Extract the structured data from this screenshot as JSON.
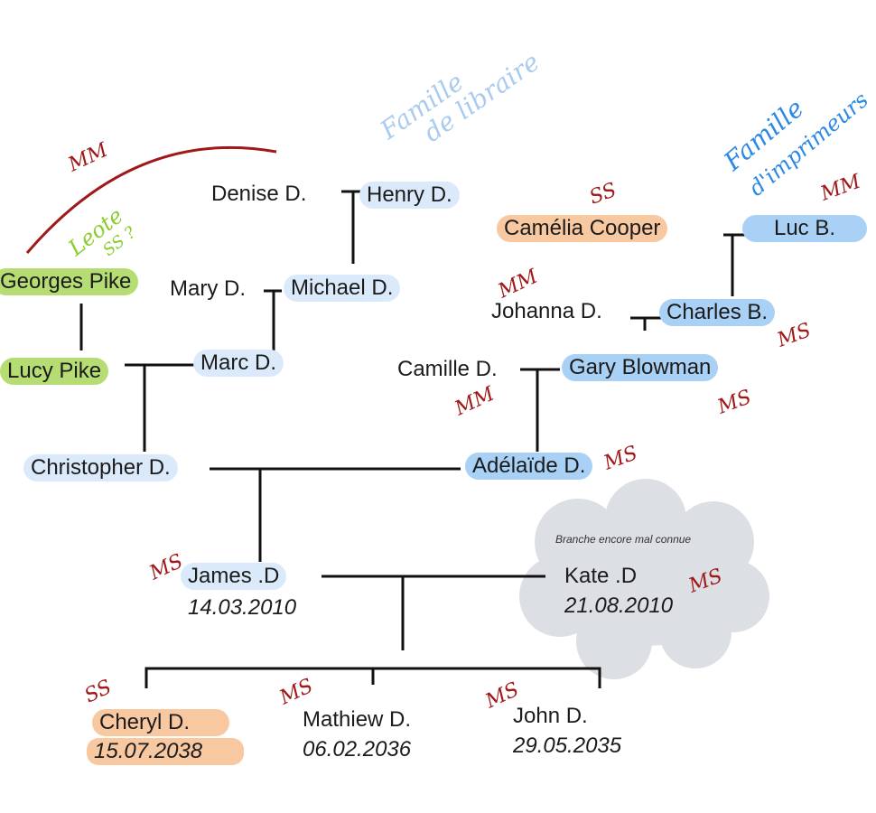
{
  "people": {
    "denise": "Denise D.",
    "henry": "Henry D.",
    "mary": "Mary D.",
    "michael": "Michael D.",
    "georges": "Georges Pike",
    "lucy": "Lucy Pike",
    "marc": "Marc D.",
    "christopher": "Christopher D.",
    "camelia": "Camélia Cooper",
    "luc": "Luc B.",
    "johanna": "Johanna D.",
    "charles": "Charles B.",
    "camille": "Camille D.",
    "gary": "Gary Blowman",
    "adelaide": "Adélaïde D.",
    "james": "James .D",
    "james_date": "14.03.2010",
    "kate": "Kate .D",
    "kate_date": "21.08.2010",
    "cheryl": "Cheryl D.",
    "cheryl_date": "15.07.2038",
    "mathiew": "Mathiew D.",
    "mathiew_date": "06.02.2036",
    "john": "John D.",
    "john_date": "29.05.2035"
  },
  "cloud_note": "Branche encore mal connue",
  "handwritten_notes": {
    "famille_libraire": [
      "Famille",
      "de libraire"
    ],
    "famille_imprimeurs": [
      "Famille",
      "d'imprimeurs"
    ],
    "leote": [
      "Leote",
      "SS ?"
    ]
  },
  "marks": {
    "mm_top": "MM",
    "ss_camelia": "SS",
    "mm_luc": "MM",
    "mm_johanna": "MM",
    "ms_charles": "MS",
    "mm_camille": "MM",
    "ms_gary": "MS",
    "ms_adelaide": "MS",
    "ms_james": "MS",
    "ms_kate": "MS",
    "ss_cheryl": "SS",
    "ms_mathiew": "MS",
    "ms_john": "MS"
  },
  "colors": {
    "light_blue": "#dbeafb",
    "blue": "#a9d1f5",
    "green": "#b5dd74",
    "orange": "#f8c9a1",
    "red_ink": "#a01818",
    "green_ink": "#8ccc2c",
    "light_blue_ink": "#a9cbef",
    "blue_ink": "#2a88e6",
    "cloud": "#dcdfe3"
  }
}
